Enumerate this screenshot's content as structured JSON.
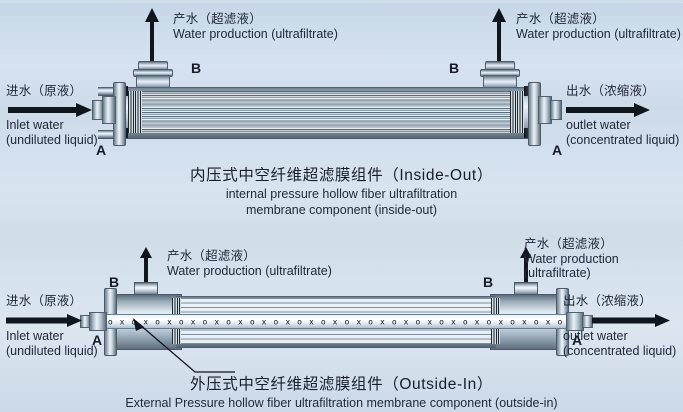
{
  "background": {
    "base_color": "#d2dfec",
    "accent_steel": "#8fa0ae",
    "text_color": "#1d2636"
  },
  "diagrams": [
    {
      "id": "inside-out",
      "title_cn": "内压式中空纤维超滤膜组件（Inside-Out）",
      "title_en_line1": "internal pressure  hollow fiber ultrafiltration",
      "title_en_line2": "membrane component (inside-out)",
      "labels": {
        "inlet_cn": "进水（原液）",
        "inlet_en_line1": "Inlet water",
        "inlet_en_line2": "(undiluted liquid)",
        "outlet_cn": "出水（浓缩液）",
        "outlet_en_line1": "outlet water",
        "outlet_en_line2": "(concentrated liquid)",
        "permeate_left_cn": "产水（超滤液）",
        "permeate_left_en": "Water production (ultrafiltrate)",
        "permeate_right_cn": "产水（超滤液）",
        "permeate_right_en": "Water production (ultrafiltrate)"
      },
      "markers": {
        "inlet_port": "A",
        "outlet_port": "A",
        "permeate_port_left": "B",
        "permeate_port_right": "B"
      }
    },
    {
      "id": "outside-in",
      "title_cn": "外压式中空纤维超滤膜组件（Outside-In）",
      "title_en_line1": "External Pressure hollow fiber ultrafiltration membrane component (outside-in)",
      "labels": {
        "inlet_cn": "进水（原液）",
        "inlet_en_line1": "Inlet water",
        "inlet_en_line2": "(undiluted liquid)",
        "outlet_cn": "出水（浓缩液）",
        "outlet_en_line1": "outlet water",
        "outlet_en_line2": "(concentrated liquid)",
        "permeate_left_cn": "产水（超滤液）",
        "permeate_left_en": "Water production (ultrafiltrate)",
        "permeate_right_cn": "产水（超滤液）",
        "permeate_right_en_line1": "Water production",
        "permeate_right_en_line2": "(ultrafiltrate)"
      },
      "markers": {
        "inlet_port": "A",
        "outlet_port": "A",
        "permeate_port_left": "B",
        "permeate_port_right": "B"
      },
      "centre_tube_perforation": "x o x o x o x o x o x o x o x o x o x o x o x o x o x o x o x o x o x o x o x o x o x o x o x o x o x o x o x o x o x o x o x o"
    }
  ]
}
